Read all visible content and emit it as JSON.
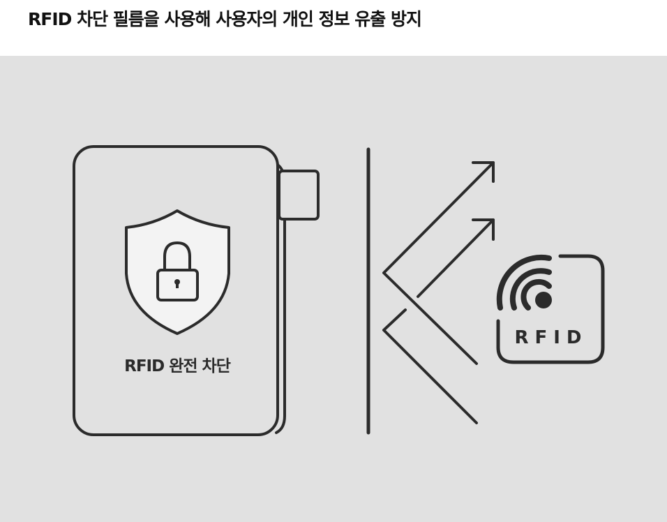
{
  "title": "RFID 차단 필름을 사용해 사용자의 개인 정보 유출 방지",
  "wallet_label": "RFID 완전 차단",
  "rfid_badge_label": "RFID",
  "colors": {
    "background": "#e1e1e1",
    "stroke": "#2b2b2b",
    "shield_fill": "#f3f3f3"
  }
}
